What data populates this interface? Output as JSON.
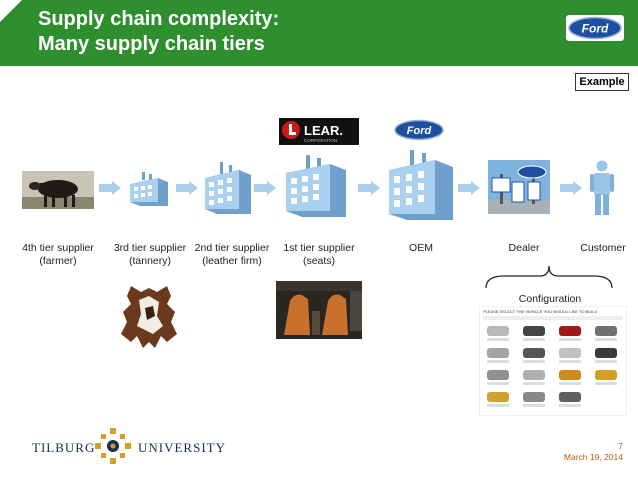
{
  "header": {
    "title_line1": "Supply chain complexity:",
    "title_line2": "Many supply chain tiers",
    "ford_logo_text": "Ford"
  },
  "badge": {
    "example": "Example"
  },
  "logos": {
    "lear": "LEAR.",
    "lear_sub": "CORPORATION",
    "ford": "Ford"
  },
  "chain": [
    {
      "line1": "4th tier supplier",
      "line2": "(farmer)"
    },
    {
      "line1": "3rd tier supplier",
      "line2": "(tannery)"
    },
    {
      "line1": "2nd tier supplier",
      "line2": "(leather firm)"
    },
    {
      "line1": "1st tier supplier",
      "line2": "(seats)"
    },
    {
      "line1": "OEM",
      "line2": ""
    },
    {
      "line1": "Dealer",
      "line2": ""
    },
    {
      "line1": "Customer",
      "line2": ""
    }
  ],
  "configuration": {
    "label": "Configuration",
    "panel_title": "PLEASE SELECT THE VEHICLE YOU WOULD LIKE TO BUILD"
  },
  "footer": {
    "page": "7",
    "date": "March 19, 2014",
    "uni_left": "TILBURG",
    "uni_right": "UNIVERSITY"
  },
  "colors": {
    "header_green": "#2f8f2f",
    "arrow_blue": "#a9cfea",
    "building_blue": "#8fbfe6",
    "accent_orange": "#c06010"
  }
}
